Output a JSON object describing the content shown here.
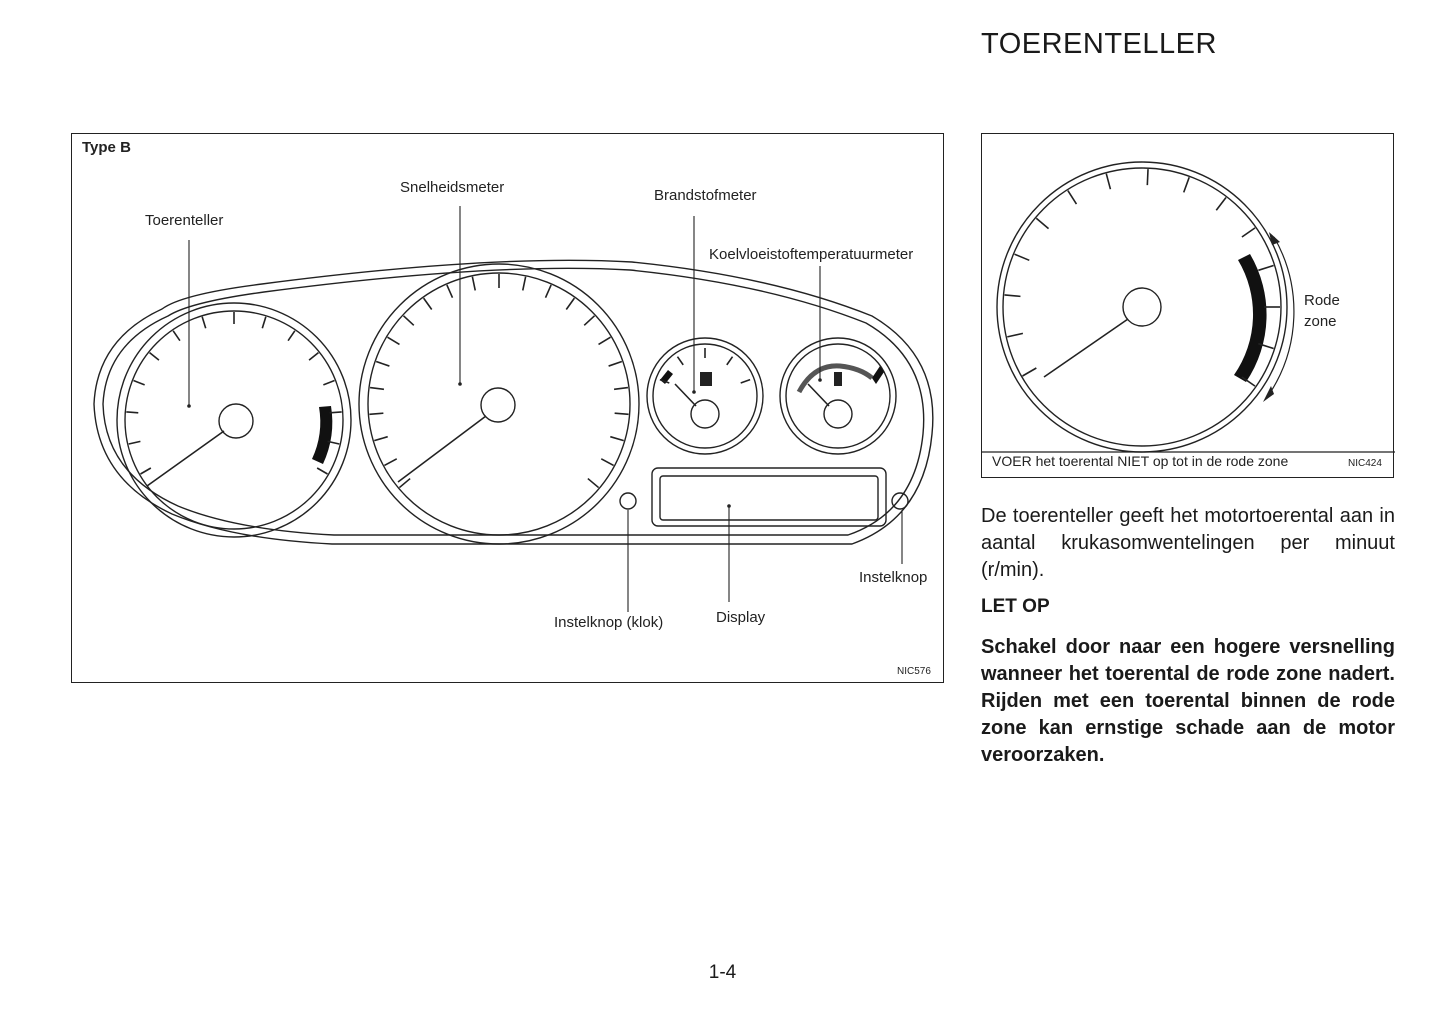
{
  "page": {
    "title": "TOERENTELLER",
    "page_number": "1-4"
  },
  "figure1": {
    "type_label": "Type B",
    "labels": {
      "tachometer": "Toerenteller",
      "speedometer": "Snelheidsmeter",
      "fuel_gauge": "Brandstofmeter",
      "coolant_gauge": "Koelvloeistoftemperatuurmeter",
      "reset_knob": "Instelknop",
      "clock_knob": "Instelknop (klok)",
      "display": "Display"
    },
    "code": "NIC576"
  },
  "figure2": {
    "red_zone_label_line1": "Rode",
    "red_zone_label_line2": "zone",
    "caption": "VOER het toerental NIET op tot in de rode zone",
    "code": "NIC424"
  },
  "text": {
    "intro": "De toerenteller geeft het motortoerental aan in aantal krukasomwentelingen per minuut (r/min).",
    "heading": "LET OP",
    "warning": "Schakel door naar een hogere versnelling wanneer het toerental de rode zone nadert. Rijden met een toerental binnen de rode zone kan ernstige schade aan de motor veroorzaken."
  }
}
